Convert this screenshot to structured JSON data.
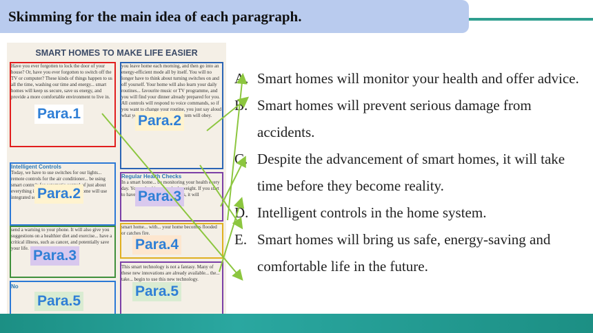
{
  "title": "Skimming for the main idea of each paragraph.",
  "article": {
    "heading": "SMART HOMES TO MAKE LIFE EASIER",
    "p1": "Have you ever forgotten to lock the door of your house? Or, have you ever forgotten to switch off the TV or computer? These kinds of things happen to us all the time, washing our time and energy... smart homes will keep us secure, save us energy, and provide a more comfortable environment to live in.",
    "p2": "you leave home each morning, and then go into an energy-efficient mode all by itself. You will no longer have to think about turning switches on and off yourself. Your home will also learn your daily routines... favourite music or TV programme, and you will find your dinner already prepared for you. All controls will respond to voice commands, so if you want to change your routine, you just say aloud what you want and the home system will obey.",
    "p3_heading": "Intelligent Controls",
    "p3": "Today, we have to use switches for our lights... remote controls for the air conditioner... be using smart controls for automatic control of just about everything in our home. The future home will use integrated sensors to tell when",
    "p4_heading": "Regular Health Checks",
    "p4": "In a smart home... be monitoring your health every day. You... checking your body weight. If you start to have sleep or weight problems, it will",
    "p5": "send a warning to your phone. It will also give you suggestions on a healthier diet and exercise... have a critical illness, such as cancer, and potentially save your life.",
    "p6": "smart home... with... your home becomes flooded or catches fire.",
    "p7_heading": "No",
    "p7": "This smart technology is not a fantasy. Many of these new innovations are already available... the... take... begin to use this new technology.",
    "tags": [
      "Para.1",
      "Para.2",
      "Para.2",
      "Para.3",
      "Para.3",
      "Para.4",
      "Para.5",
      "Para.5"
    ]
  },
  "options": [
    {
      "key": "A.",
      "text": "Smart homes will monitor your health and offer advice."
    },
    {
      "key": "B.",
      "text": "Smart homes will prevent serious damage from accidents."
    },
    {
      "key": "C.",
      "text": "Despite the advancement of smart homes, it will take time before they become reality."
    },
    {
      "key": "D.",
      "text": "Intelligent controls in the home system."
    },
    {
      "key": "E.",
      "text": "Smart homes will bring us safe, energy-saving and comfortable life in the future."
    }
  ],
  "colors": {
    "title_bg": "#b9cbee",
    "arrow": "#8cc63f",
    "accent": "#2aa7a0"
  }
}
